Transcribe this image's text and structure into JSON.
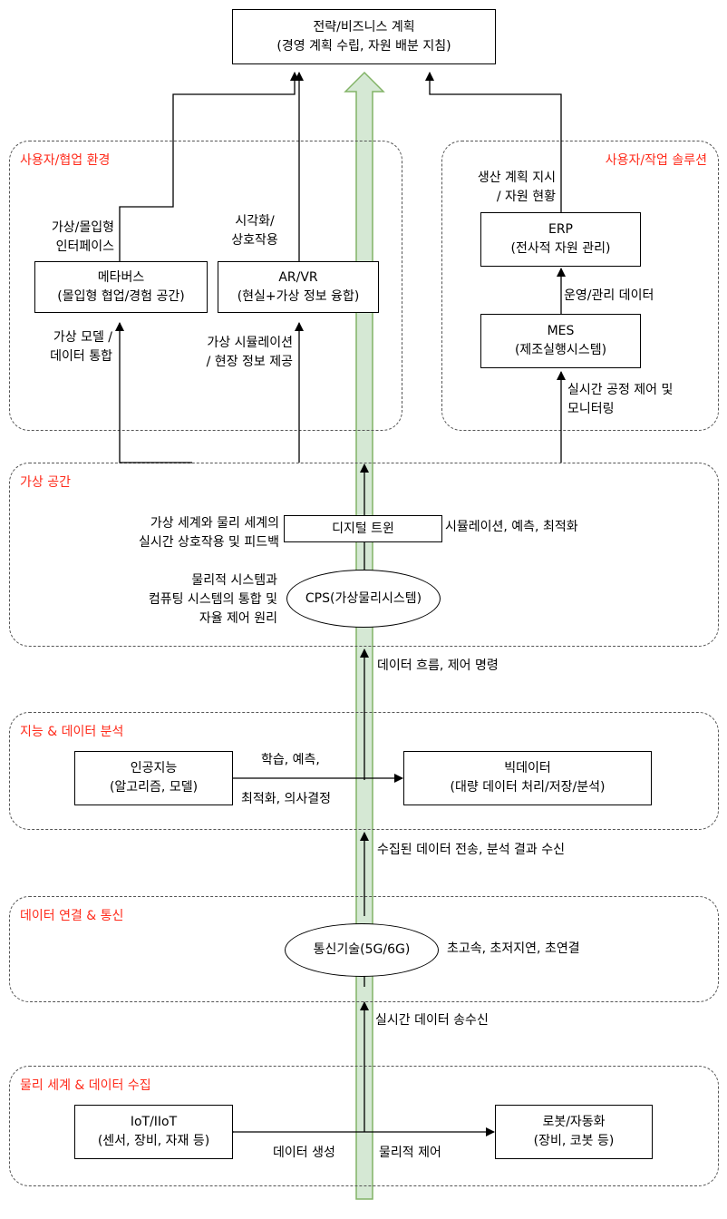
{
  "top": {
    "line1": "전략/비즈니스 계획",
    "line2": "(경영 계획 수립, 자원 배분 지침)"
  },
  "groups": {
    "user_collab": "사용자/협업 환경",
    "user_work": "사용자/작업 솔루션",
    "virtual": "가상 공간",
    "intelligence": "지능 & 데이터 분석",
    "connect": "데이터 연결 & 통신",
    "physical": "물리 세계 & 데이터 수집"
  },
  "nodes": {
    "metaverse": {
      "line1": "메타버스",
      "line2": "(몰입형 협업/경험 공간)"
    },
    "arvr": {
      "line1": "AR/VR",
      "line2": "(현실+가상 정보 융합)"
    },
    "erp": {
      "line1": "ERP",
      "line2": "(전사적 자원 관리)"
    },
    "mes": {
      "line1": "MES",
      "line2": "(제조실행시스템)"
    },
    "digital_twin": {
      "line1": "디지털 트윈"
    },
    "cps": {
      "line1": "CPS(가상물리시스템)"
    },
    "ai": {
      "line1": "인공지능",
      "line2": "(알고리즘, 모델)"
    },
    "bigdata": {
      "line1": "빅데이터",
      "line2": "(대량 데이터 처리/저장/분석)"
    },
    "comm": {
      "line1": "통신기술(5G/6G)"
    },
    "iot": {
      "line1": "IoT/IIoT",
      "line2": "(센서, 장비, 자재 등)"
    },
    "robot": {
      "line1": "로봇/자동화",
      "line2": "(장비, 코봇 등)"
    }
  },
  "labels": {
    "virtual_immersive": {
      "line1": "가상/몰입형",
      "line2": "인터페이스"
    },
    "visual_interaction": {
      "line1": "시각화/",
      "line2": "상호작용"
    },
    "prod_plan": {
      "line1": "생산 계획 지시",
      "line2": "/ 자원 현황"
    },
    "virtual_model": {
      "line1": "가상 모델 /",
      "line2": "데이터 통합"
    },
    "sim_provide": {
      "line1": "가상 시뮬레이션",
      "line2": "/ 현장 정보 제공"
    },
    "ops_data": {
      "line1": "운영/관리 데이터"
    },
    "realtime_control": {
      "line1": "실시간 공정 제어 및",
      "line2": "모니터링"
    },
    "dt_left": {
      "line1": "가상 세계와 물리 세계의",
      "line2": "실시간 상호작용 및 피드백"
    },
    "dt_right": {
      "line1": "시뮬레이션, 예측, 최적화"
    },
    "cps_left": {
      "line1": "물리적 시스템과",
      "line2": "컴퓨팅 시스템의 통합 및",
      "line3": "자율 제어 원리"
    },
    "flow_control": {
      "line1": "데이터 흐름, 제어 명령"
    },
    "ai_top": {
      "line1": "학습, 예측,"
    },
    "ai_bottom": {
      "line1": "최적화, 의사결정"
    },
    "collected": {
      "line1": "수집된 데이터 전송, 분석 결과 수신"
    },
    "comm_right": {
      "line1": "초고속, 초저지연, 초연결"
    },
    "realtime_tx": {
      "line1": "실시간 데이터 송수신"
    },
    "data_gen": {
      "line1": "데이터 생성"
    },
    "phys_ctrl": {
      "line1": "물리적 제어"
    }
  },
  "colors": {
    "group_title": "#ff2a1a",
    "group_border": "#555555",
    "central_arrow_fill": "#d5e8d4",
    "central_arrow_stroke": "#82b366",
    "line": "#000000"
  }
}
